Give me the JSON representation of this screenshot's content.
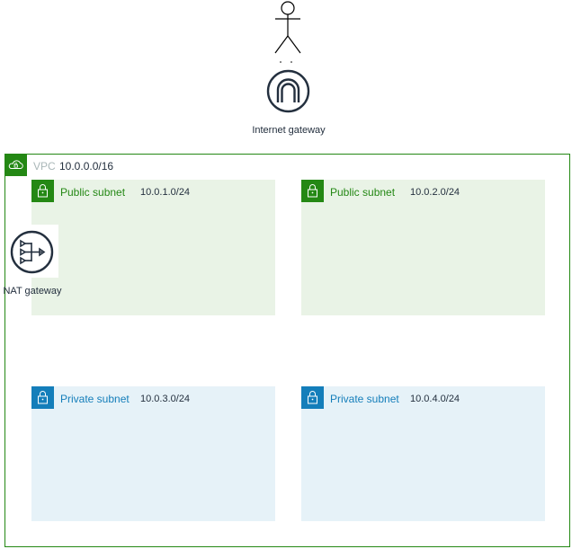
{
  "diagram": {
    "user": {
      "icon": "user-stick-figure-icon"
    },
    "internet_gateway": {
      "label": "Internet gateway",
      "icon": "internet-gateway-icon"
    },
    "vpc": {
      "name": "VPC",
      "cidr": "10.0.0.0/16",
      "icon": "vpc-cloud-icon",
      "color": "#248814"
    },
    "subnets": [
      {
        "name": "Public subnet",
        "cidr": "10.0.1.0/24",
        "type": "public",
        "color": "#248814",
        "bg": "#e9f3e6"
      },
      {
        "name": "Public subnet",
        "cidr": "10.0.2.0/24",
        "type": "public",
        "color": "#248814",
        "bg": "#e9f3e6"
      },
      {
        "name": "Private subnet",
        "cidr": "10.0.3.0/24",
        "type": "private",
        "color": "#147eba",
        "bg": "#e6f2f8"
      },
      {
        "name": "Private subnet",
        "cidr": "10.0.4.0/24",
        "type": "private",
        "color": "#147eba",
        "bg": "#e6f2f8"
      }
    ],
    "nat_gateway": {
      "label": "NAT gateway",
      "icon": "nat-gateway-icon"
    }
  }
}
